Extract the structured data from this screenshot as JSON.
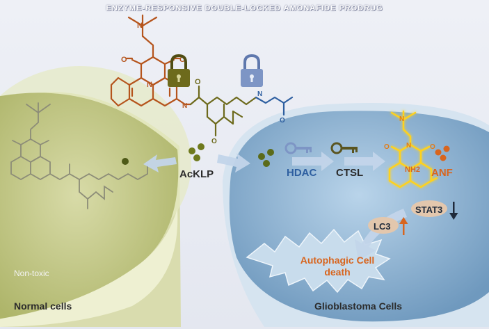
{
  "title": "ENZYME-RESPONSIVE DOUBLE-LOCKED AMONAFIDE PRODRUG",
  "labels": {
    "prodrug": "AcKLP",
    "enzyme1": "HDAC",
    "enzyme2": "CTSL",
    "drug": "ANF",
    "amine": "NH2",
    "marker_down": "STAT3",
    "marker_up": "LC3",
    "outcome": "Autophagic Cell death",
    "normal_effect": "Non-toxic",
    "normal_cells": "Normal cells",
    "tumor_cells": "Glioblastoma Cells"
  },
  "colors": {
    "normal_cell": "#c9cc98",
    "tumor_cell": "#7ea7c8",
    "naphthalimide": "#b5541c",
    "lock_gold": "#6d6a1c",
    "lock_blue": "#7d95c5",
    "anf_glow": "#ffd21c",
    "accent_orange": "#d8651e",
    "hdac_blue": "#2e5fa0"
  },
  "icons": {
    "lock1": "padlock-gold-icon",
    "lock2": "padlock-blue-icon",
    "key1": "key-blue-icon",
    "key2": "key-dark-icon"
  }
}
